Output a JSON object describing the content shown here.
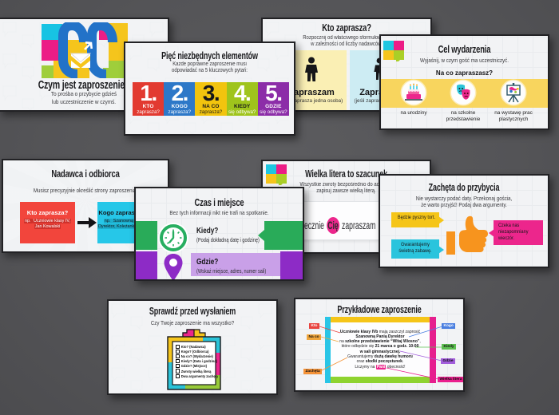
{
  "canvas": {
    "bg": "#57575a"
  },
  "slides": {
    "czym": {
      "title": "Czym jest zaproszenie?",
      "sub1": "To prośba o przybycie gdzieś",
      "sub2": "lub uczestniczenie w czymś."
    },
    "piec": {
      "title": "Pięć niezbędnych elementów",
      "sub1": "Każde poprawne zaproszenie musi",
      "sub2": "odpowiadać na 5 kluczowych pytań:",
      "boxes": [
        {
          "num": "1.",
          "kw": "KTO",
          "q": "zaprasza?",
          "color": "#e23a30"
        },
        {
          "num": "2.",
          "kw": "KOGO",
          "q": "zaprasza?",
          "color": "#2d78c8"
        },
        {
          "num": "3.",
          "kw": "NA CO",
          "q": "zaprasza?",
          "color": "#f2c40e"
        },
        {
          "num": "4.",
          "kw": "KIEDY",
          "q": "się odbywa?",
          "color": "#9fc41c"
        },
        {
          "num": "5.",
          "kw": "GDZIE",
          "q": "się odbywa?",
          "color": "#8c2da8"
        }
      ]
    },
    "kto": {
      "title": "Kto zaprasza?",
      "sub1": "Rozpocznij od właściwego sformułowania",
      "sub2": "w zależności od liczby nadawców.",
      "left": {
        "word": "Zapraszam",
        "note": "(jeśli zaprasza jedna osoba)"
      },
      "right": {
        "word": "Zapraszamy",
        "note": "(jeśli zaprasza więcej osób)"
      }
    },
    "cel": {
      "title": "Cel wydarzenia",
      "sub": "Wyjaśnij, w czym gość ma uczestniczyć.",
      "q": "Na co zapraszasz?",
      "opts": [
        {
          "l1": "na urodziny",
          "l2": "",
          "icon": "birthday-cake"
        },
        {
          "l1": "na szkolne",
          "l2": "przedstawienie",
          "icon": "theater-masks"
        },
        {
          "l1": "na wystawę prac",
          "l2": "plastycznych",
          "icon": "easel-painting"
        }
      ]
    },
    "nadawca": {
      "title": "Nadawca i odbiorca",
      "sub": "Musisz precyzyjnie określić strony zaproszenia.",
      "sender": {
        "head": "Kto zaprasza?",
        "ex1": "np. ",
        "ex1hl": "Uczniowie klasy IV,",
        "ex2hl": "Jan Kowalski"
      },
      "receiver": {
        "head": "Kogo zapraszasz?",
        "ex1": "np. ",
        "ex1hl": "Szanowną Panią",
        "ex2hl": "Dyrektor, Koleżanki i Koledzy"
      }
    },
    "czas": {
      "title": "Czas i miejsce",
      "sub": "Bez tych informacji nikt nie trafi na spotkanie.",
      "kiedy": {
        "head": "Kiedy?",
        "note": "(Podaj dokładną datę i godzinę)"
      },
      "gdzie": {
        "head": "Gdzie?",
        "note": "(Wskaż miejsce, adres, numer sali)"
      }
    },
    "wielka": {
      "title": "Wielka litera to szacunek",
      "sub1": "Wszystkie zwroty bezpośrednio do adresata",
      "sub2": "zapisuj zawsze wielką literą.",
      "example_pre": "Serdecznie ",
      "example_hl": "Cię",
      "example_post": " zapraszam"
    },
    "zacheta": {
      "title": "Zachęta do przybycia",
      "sub1": "Nie wystarczy podać daty. Przekonaj gościa,",
      "sub2": "że warto przyjść! Podaj dwa argumenty.",
      "b1": "Będzie pyszny tort.",
      "b2a": "Gwarantujemy",
      "b2b": "świetną zabawę.",
      "b3a": "Czeka nas",
      "b3b": "niezapomniany",
      "b3c": "wieczór."
    },
    "sprawdz": {
      "title": "Sprawdź przed wysłaniem",
      "sub": "Czy Twoje zaproszenie ma wszystko?",
      "checklist": [
        "Kto? (Nadawca)",
        "Kogo? (Odbiorca)",
        "Na co? (Wydarzenie)",
        "Kiedy? (Data i godzina)",
        "Gdzie? (Miejsce)",
        "Zwroty wielką literą",
        "Dwa argumenty zachęty"
      ]
    },
    "przyklad": {
      "title": "Przykładowe zaproszenie",
      "inv": {
        "l1a": "Uczniowie klasy IVb",
        "l1b": " mają zaszczyt zaprosić",
        "l2": "Szanowną Panią Dyrektor",
        "l3a": "na ",
        "l3b": "szkolne przedstawienie “Witaj Wiosno”",
        "l3c": ",",
        "l4a": "które odbędzie się ",
        "l4b": "21 marca o godz. 10:00",
        "l5": "w sali gimnastycznej.",
        "l6a": "Gwarantujemy ",
        "l6b": "dużą dawkę humoru",
        "l7a": "oraz ",
        "l7b": "słodki poczęstunek",
        "l7c": ".",
        "l8a": "Liczymy na ",
        "l8b": "Pani",
        "l8c": " obecność!"
      },
      "labels": {
        "kto": "Kto",
        "naco": "Na co",
        "zacheta": "Zachęta",
        "kogo": "Kogo",
        "kiedy": "Kiedy",
        "gdzie": "Gdzie",
        "wielka": "Wielka litera"
      }
    }
  }
}
